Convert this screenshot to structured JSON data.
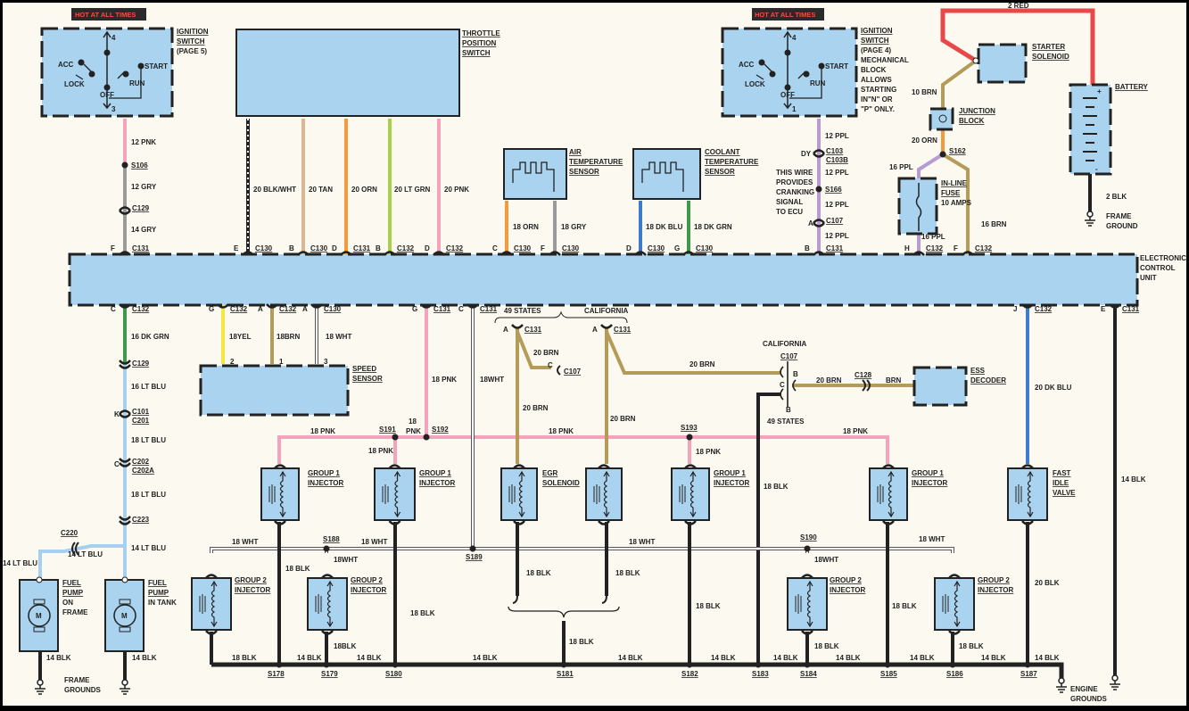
{
  "badges": [
    "HOT AT ALL TIMES",
    "HOT AT ALL TIMES"
  ],
  "components": {
    "ignition_switch_1": [
      "IGNITION",
      "SWITCH",
      "(PAGE 5)"
    ],
    "ignition_switch_2": [
      "IGNITION",
      "SWITCH",
      "(PAGE 4)",
      "MECHANICAL",
      "BLOCK",
      "ALLOWS",
      "STARTING",
      "IN\"N\" OR",
      "\"P\" ONLY."
    ],
    "switch_positions": {
      "acc": "ACC",
      "lock": "LOCK",
      "off": "OFF",
      "run": "RUN",
      "start": "START"
    },
    "ignition_switch_1_pins": [
      "4",
      "3"
    ],
    "ignition_switch_2_pins": [
      "4",
      "1"
    ],
    "throttle_position_switch": [
      "THROTTLE",
      "POSITION",
      "SWITCH"
    ],
    "air_temperature_sensor": [
      "AIR",
      "TEMPERATURE",
      "SENSOR"
    ],
    "coolant_temperature_sensor": [
      "COOLANT",
      "TEMPERATURE",
      "SENSOR"
    ],
    "starter_solenoid": [
      "STARTER",
      "SOLENOID"
    ],
    "battery": [
      "BATTERY"
    ],
    "battery_terminals": [
      "+",
      "-"
    ],
    "junction_block": [
      "JUNCTION",
      "BLOCK"
    ],
    "inline_fuse": [
      "IN-LINE",
      "FUSE",
      "10 AMPS"
    ],
    "ecu": [
      "ELECTRONIC",
      "CONTROL",
      "UNIT"
    ],
    "speed_sensor": [
      "SPEED",
      "SENSOR"
    ],
    "speed_sensor_pins": [
      "2",
      "1",
      "3"
    ],
    "ess_decoder": [
      "ESS",
      "DECODER"
    ],
    "group1_injector": [
      "GROUP 1",
      "INJECTOR"
    ],
    "group2_injector": [
      "GROUP 2",
      "INJECTOR"
    ],
    "egr_solenoid": [
      "EGR",
      "SOLENOID"
    ],
    "fast_idle_valve": [
      "FAST",
      "IDLE",
      "VALVE"
    ],
    "fuel_pump_frame": [
      "FUEL",
      "PUMP",
      "ON",
      "FRAME"
    ],
    "fuel_pump_tank": [
      "FUEL",
      "PUMP",
      "IN TANK"
    ],
    "motor_symbol": "M"
  },
  "grounds": {
    "frame_ground": [
      "FRAME",
      "GROUND"
    ],
    "frame_grounds": [
      "FRAME",
      "GROUNDS"
    ],
    "engine_grounds": [
      "ENGINE",
      "GROUNDS"
    ]
  },
  "note": [
    "THIS WIRE",
    "PROVIDES",
    "CRANKING",
    "SIGNAL",
    "TO ECU"
  ],
  "variants": {
    "states49": "49 STATES",
    "california": "CALIFORNIA"
  },
  "wire_labels": [
    "12 PNK",
    "12 GRY",
    "14 GRY",
    "20 BLK/WHT",
    "20 TAN",
    "20 ORN",
    "20 LT GRN",
    "20 PNK",
    "18 ORN",
    "18 GRY",
    "18 DK BLU",
    "18 DK GRN",
    "12 PPL",
    "12 PPL",
    "12 PPL",
    "12 PPL",
    "2 RED",
    "10 BRN",
    "20 ORN",
    "16 PPL",
    "16 PPL",
    "16 BRN",
    "2 BLK",
    "16 DK GRN",
    "16 LT BLU",
    "18 LT BLU",
    "18 LT BLU",
    "14 LT BLU",
    "14 LT BLU",
    "14 LT BLU",
    "18YEL",
    "18BRN",
    "18 WHT",
    "18 PNK",
    "18WHT",
    "20 BRN",
    "20 BRN",
    "20 BRN",
    "20 BRN",
    "20 BRN",
    "BRN",
    "20 DK BLU",
    "14 BLK",
    "18 PNK",
    "18",
    "PNK",
    "18 PNK",
    "18 PNK",
    "18 PNK",
    "18 PNK",
    "18 BLK",
    "18 WHT",
    "18 WHT",
    "18WHT",
    "18 WHT",
    "18WHT",
    "18 WHT",
    "18 BLK",
    "18 BLK",
    "18 BLK",
    "18 BLK",
    "18 BLK",
    "18 BLK",
    "18 BLK",
    "20 BLK",
    "18BLK",
    "18 BLK",
    "18 BLK",
    "14 BLK",
    "14 BLK",
    "18 BLK",
    "14 BLK",
    "14 BLK",
    "14 BLK",
    "14 BLK",
    "14 BLK",
    "14 BLK",
    "14 BLK",
    "14 BLK",
    "14 BLK",
    "14 BLK"
  ],
  "connectors": [
    {
      "pin": "F",
      "id": "C131"
    },
    {
      "pin": "E",
      "id": "C130"
    },
    {
      "pin": "B",
      "id": "C130"
    },
    {
      "pin": "D",
      "id": "C131"
    },
    {
      "pin": "B",
      "id": "C132"
    },
    {
      "pin": "D",
      "id": "C132"
    },
    {
      "pin": "C",
      "id": "C130"
    },
    {
      "pin": "F",
      "id": "C130"
    },
    {
      "pin": "D",
      "id": "C130"
    },
    {
      "pin": "G",
      "id": "C130"
    },
    {
      "pin": "B",
      "id": "C131"
    },
    {
      "pin": "H",
      "id": "C132"
    },
    {
      "pin": "F",
      "id": "C132"
    },
    {
      "pin": "",
      "id": "C129"
    },
    {
      "pin": "DY",
      "id": "C103",
      "id2": "C103B"
    },
    {
      "pin": "A",
      "id": "C107"
    },
    {
      "pin": "C",
      "id": "C132"
    },
    {
      "pin": "G",
      "id": "C132"
    },
    {
      "pin": "A",
      "id": "C132"
    },
    {
      "pin": "A",
      "id": "C130"
    },
    {
      "pin": "G",
      "id": "C131"
    },
    {
      "pin": "C",
      "id": "C131"
    },
    {
      "pin": "A",
      "id": "C131"
    },
    {
      "pin": "A",
      "id": "C131"
    },
    {
      "pin": "J",
      "id": "C132"
    },
    {
      "pin": "E",
      "id": "C131"
    },
    {
      "pin": "",
      "id": "C129"
    },
    {
      "pin": "K",
      "id": "C101",
      "id2": "C201"
    },
    {
      "pin": "C",
      "id": "C202",
      "id2": "C202A"
    },
    {
      "pin": "",
      "id": "C223"
    },
    {
      "pin": "",
      "id": "C220"
    },
    {
      "pin": "C",
      "id": "C107"
    },
    {
      "pin": "",
      "id": "C107",
      "pins": [
        "B",
        "C",
        "B"
      ]
    },
    {
      "pin": "",
      "id": "C128"
    }
  ],
  "splices": [
    "S106",
    "S166",
    "S162",
    "S191",
    "S192",
    "S193",
    "S188",
    "S189",
    "S190",
    "S178",
    "S179",
    "S180",
    "S181",
    "S182",
    "S183",
    "S184",
    "S185",
    "S186",
    "S187"
  ],
  "colors": {
    "background": "#fbf9f0",
    "component_fill": "#a9d3ef",
    "pink": "#f3a3bb",
    "gray": "#9a9a9a",
    "orange": "#f39a3c",
    "tan": "#d8b792",
    "light_green": "#a8cf4c",
    "dark_blue": "#3e7ccb",
    "dark_green": "#3d9a4b",
    "purple": "#b99bd2",
    "red": "#e84848",
    "brown": "#b59b58",
    "light_blue": "#a7cff0",
    "yellow": "#f4e840",
    "black": "#222222",
    "white": "#ffffff"
  }
}
